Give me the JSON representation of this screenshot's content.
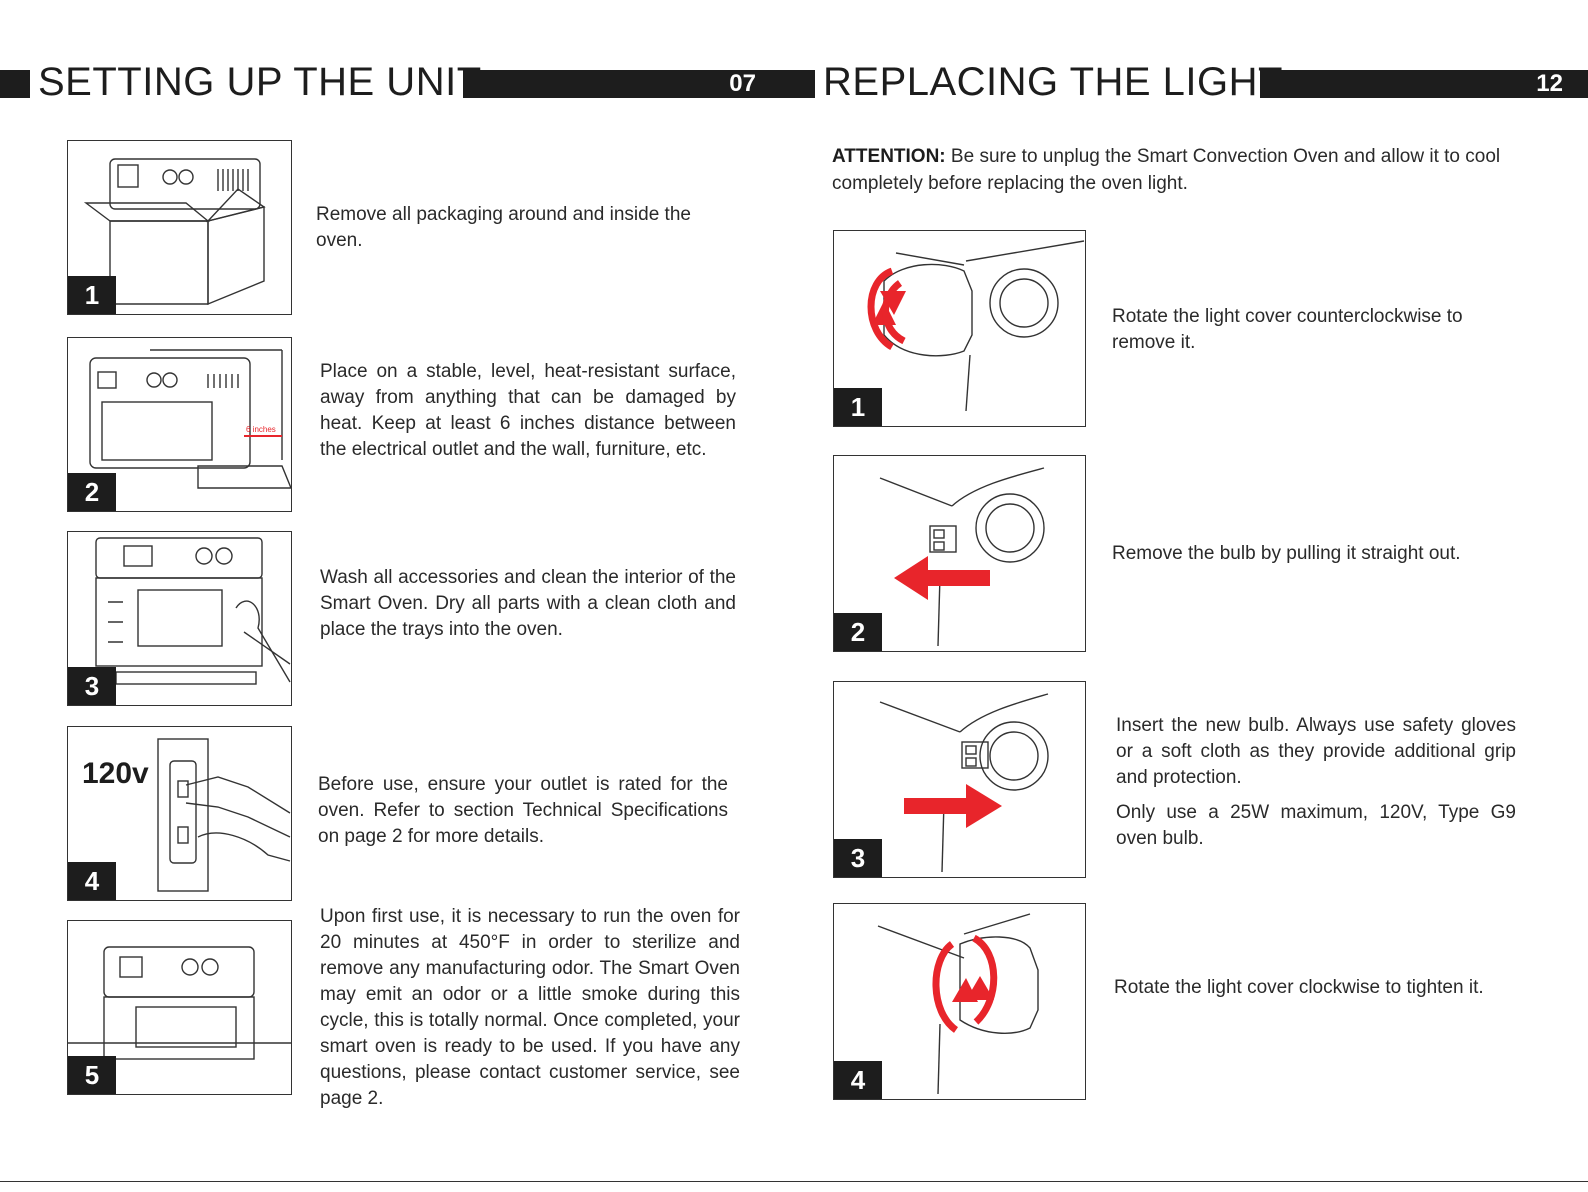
{
  "left_section": {
    "title": "SETTING UP THE UNIT",
    "page_number": "07",
    "steps": [
      {
        "number": "1",
        "text": "Remove all packaging around and inside the oven."
      },
      {
        "number": "2",
        "text": "Place on a stable, level, heat-resistant surface, away from anything that can be damaged by heat. Keep at least 6 inches distance between the electrical outlet and the wall, furniture, etc.",
        "figure_label": "6 inches"
      },
      {
        "number": "3",
        "text": "Wash all accessories and clean the interior of the Smart Oven. Dry all parts with a clean cloth and place the trays into the oven."
      },
      {
        "number": "4",
        "text": "Before use, ensure your outlet is rated for the oven. Refer to section Technical Specifications on page 2 for more details.",
        "figure_label": "120v"
      },
      {
        "number": "5",
        "text": "Upon first use, it is necessary to run the oven for 20 minutes at 450°F in order to sterilize and remove any manufacturing odor. The Smart Oven may emit an odor or a little smoke during this cycle, this is totally normal. Once completed, your smart oven is ready to be used. If you have any questions, please contact customer service, see page 2."
      }
    ]
  },
  "right_section": {
    "title": "REPLACING THE LIGHT",
    "page_number": "12",
    "attention_label": "ATTENTION:",
    "attention_text": "Be sure to unplug the Smart Convection Oven and allow it to cool completely before replacing the oven light.",
    "steps": [
      {
        "number": "1",
        "text": "Rotate the light cover counterclockwise to remove it."
      },
      {
        "number": "2",
        "text": "Remove the bulb by pulling it straight out."
      },
      {
        "number": "3",
        "text": "Insert the new bulb. Always use safety gloves or a soft cloth as they provide additional grip and protection.",
        "text2": "Only use a 25W maximum, 120V, Type G9 oven bulb."
      },
      {
        "number": "4",
        "text": "Rotate the light cover clockwise to tighten it."
      }
    ]
  },
  "colors": {
    "header": "#1d1d1d",
    "arrow_red": "#e8252b"
  }
}
